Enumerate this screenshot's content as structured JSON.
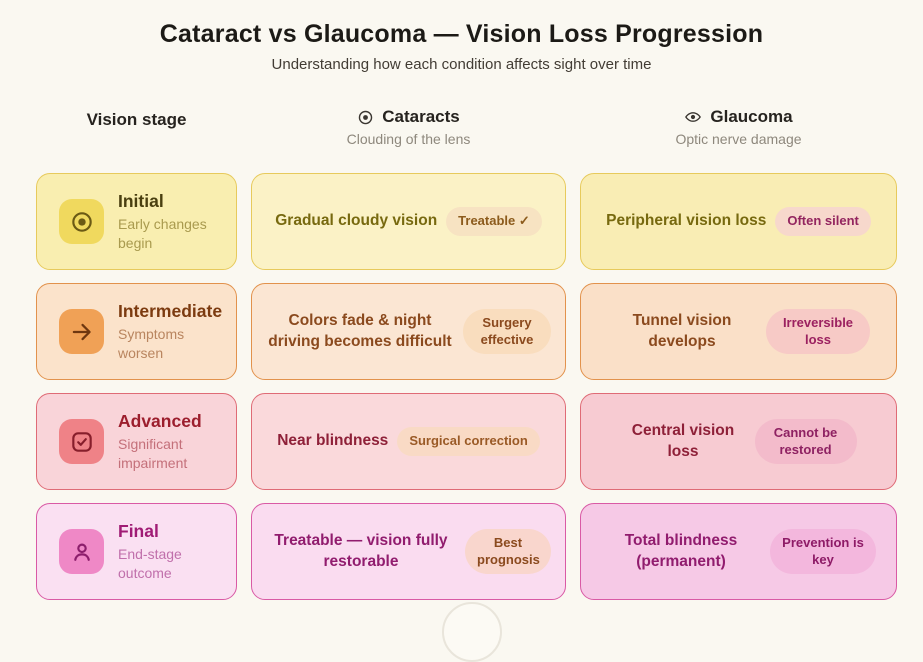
{
  "header": {
    "title": "Cataract vs Glaucoma — Vision Loss Progression",
    "subtitle": "Understanding how each condition affects sight over time"
  },
  "columns": {
    "stage_label": "Vision stage",
    "cataracts": {
      "label": "Cataracts",
      "sublabel": "Clouding of the lens",
      "icon": "target-icon"
    },
    "glaucoma": {
      "label": "Glaucoma",
      "sublabel": "Optic nerve damage",
      "icon": "eye-icon"
    }
  },
  "rows": [
    {
      "stage": {
        "title": "Initial",
        "subtitle": "Early changes begin",
        "icon": "target-icon"
      },
      "cataracts": {
        "text": "Gradual cloudy vision",
        "badge": "Treatable ✓"
      },
      "glaucoma": {
        "text": "Peripheral vision loss",
        "badge": "Often silent"
      },
      "theme": {
        "card_bg": "#F9EEB0",
        "card_border": "#E7CA5C",
        "icon_bg": "#F0D95E",
        "icon_fg": "#6B5A14",
        "title_fg": "#4A3F10",
        "subtitle_fg": "#A99A4E",
        "cell_bg": "#FBF2C6",
        "cell_bg_deep": "#F9EDB4",
        "text_fg": "#77690F",
        "badge_a_bg": "#F7E3C2",
        "badge_a_fg": "#8C5B1C",
        "badge_b_bg": "#F7D8CC",
        "badge_b_fg": "#93255F"
      }
    },
    {
      "stage": {
        "title": "Intermediate",
        "subtitle": "Symptoms worsen",
        "icon": "arrow-right-icon"
      },
      "cataracts": {
        "text": "Colors fade & night driving becomes difficult",
        "badge": "Surgery effective"
      },
      "glaucoma": {
        "text": "Tunnel vision develops",
        "badge": "Irreversible loss"
      },
      "theme": {
        "card_bg": "#FBE3CB",
        "card_border": "#E2924C",
        "icon_bg": "#F0A156",
        "icon_fg": "#6E3710",
        "title_fg": "#7C3B10",
        "subtitle_fg": "#B9855F",
        "cell_bg": "#FBE6D3",
        "cell_bg_deep": "#FAE0C8",
        "text_fg": "#8B4A1E",
        "badge_a_bg": "#F9DDBE",
        "badge_a_fg": "#8B4A1E",
        "badge_b_bg": "#F7CAC6",
        "badge_b_fg": "#9B2160"
      }
    },
    {
      "stage": {
        "title": "Advanced",
        "subtitle": "Significant impairment",
        "icon": "checkbox-icon"
      },
      "cataracts": {
        "text": "Near blindness",
        "badge": "Surgical correction"
      },
      "glaucoma": {
        "text": "Central vision loss",
        "badge": "Cannot be restored"
      },
      "theme": {
        "card_bg": "#F9D4D9",
        "card_border": "#DF6B76",
        "icon_bg": "#EF8287",
        "icon_fg": "#871E2B",
        "title_fg": "#9C1E2D",
        "subtitle_fg": "#C4707A",
        "cell_bg": "#FAD9DB",
        "cell_bg_deep": "#F7CBD2",
        "text_fg": "#8E2038",
        "badge_a_bg": "#F9DAC5",
        "badge_a_fg": "#9A5A26",
        "badge_b_bg": "#F3BBCB",
        "badge_b_fg": "#8E2162"
      }
    },
    {
      "stage": {
        "title": "Final",
        "subtitle": "End-stage outcome",
        "icon": "person-icon"
      },
      "cataracts": {
        "text": "Treatable — vision fully restorable",
        "badge": "Best prognosis"
      },
      "glaucoma": {
        "text": "Total blindness (permanent)",
        "badge": "Prevention is key"
      },
      "theme": {
        "card_bg": "#FAE0F2",
        "card_border": "#D95AA5",
        "icon_bg": "#EF88C6",
        "icon_fg": "#8C1E6C",
        "title_fg": "#A01C75",
        "subtitle_fg": "#C06FAB",
        "cell_bg": "#FADCF0",
        "cell_bg_deep": "#F6C9E6",
        "text_fg": "#911C6E",
        "badge_a_bg": "#F9D6CD",
        "badge_a_fg": "#8B4A1E",
        "badge_b_bg": "#F3B7DD",
        "badge_b_fg": "#8E1B67"
      }
    }
  ]
}
